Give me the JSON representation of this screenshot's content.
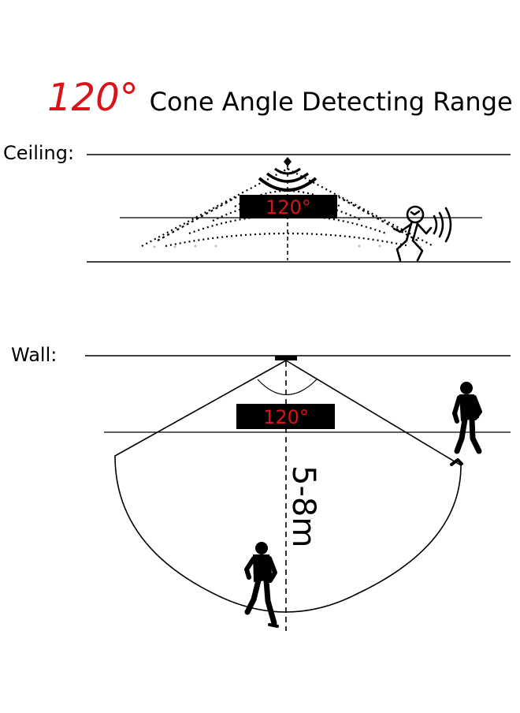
{
  "title": {
    "angle": "120°",
    "text": "Cone Angle Detecting Range"
  },
  "ceiling": {
    "label": "Ceiling:",
    "badge": "120°"
  },
  "wall": {
    "label": "Wall:",
    "badge": "120°",
    "distance": "5-8m"
  },
  "colors": {
    "accent_red": "#d7141a",
    "badge_bg": "#000000",
    "line": "#000000"
  },
  "icons": [
    "motion-sensor-icon",
    "walking-person-icon",
    "running-person-icon"
  ]
}
